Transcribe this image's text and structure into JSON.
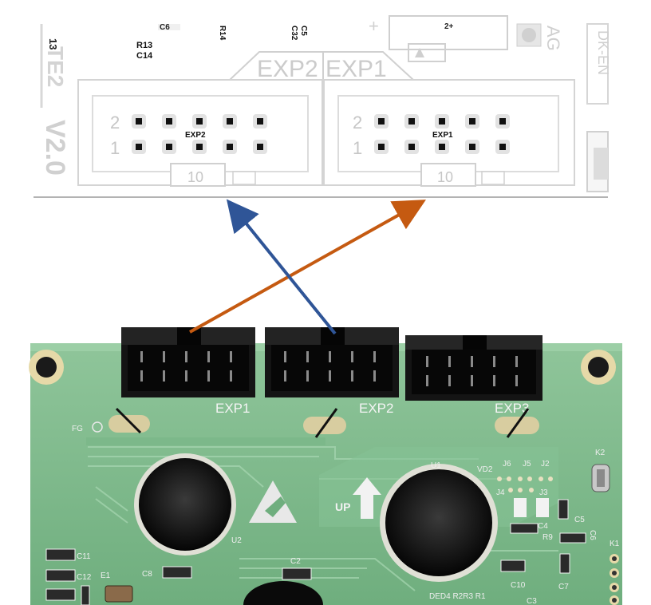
{
  "board": {
    "connector_labels": {
      "exp2": "EXP2",
      "exp1": "EXP1"
    },
    "pin_rows": {
      "row2": "2",
      "row1": "1"
    },
    "pin_ten": "10",
    "version": "V2.0",
    "side_label": "TE2",
    "side_num": "13",
    "components": {
      "r13": "R13",
      "c14": "C14",
      "r14": "R14",
      "c32": "C32",
      "c5": "C5",
      "c6": "C6"
    },
    "edge_text": "AG",
    "right_text": "DK-EN"
  },
  "arrows": {
    "exp2_color": "#2f5597",
    "exp1_color": "#c55a11"
  },
  "lcd": {
    "headers": {
      "exp1": "EXP1",
      "exp2": "EXP2",
      "exp3": "EXP3"
    },
    "fg": "FG",
    "up": "UP",
    "u1": "U1",
    "u2": "U2",
    "k2": "K2",
    "k1": "K1",
    "caps": {
      "c11": "C11",
      "c12": "C12",
      "e1": "E1",
      "c8": "C8",
      "c2": "C2",
      "c10": "C10",
      "c7": "C7",
      "c4": "C4",
      "c5": "C5",
      "r9": "R9",
      "c3": "C3",
      "c6": "C6"
    },
    "jumpers": {
      "vd2": "VD2",
      "j6": "J6",
      "j5": "J5",
      "j2": "J2",
      "j4": "J4",
      "j3": "J3"
    },
    "bottom_text": "DED4 R2R3 R1"
  }
}
